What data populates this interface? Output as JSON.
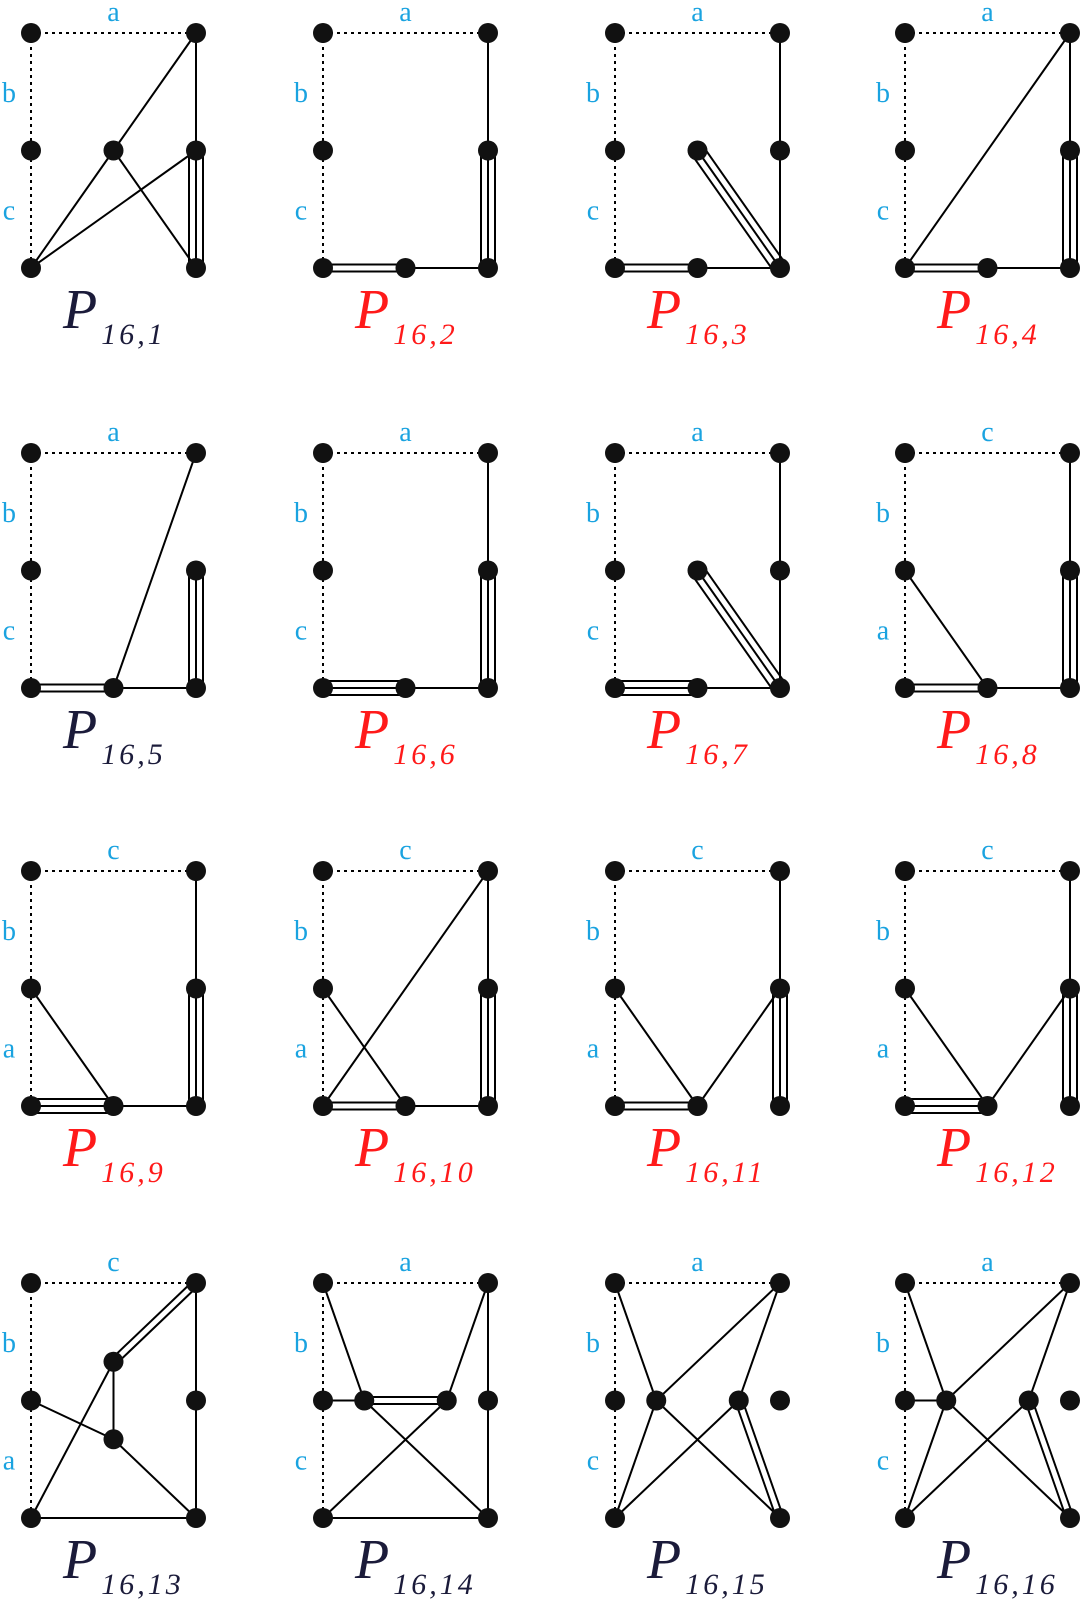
{
  "colors": {
    "highlight": "#ff1a1a",
    "normal": "#1b1b3a",
    "label": "#1aa3e0"
  },
  "panels": [
    {
      "id": "p1",
      "title": "P",
      "subscript": "16,1",
      "highlight": false,
      "labels": {
        "top": "a",
        "upper": "b",
        "lower": "c"
      },
      "inner": [
        {
          "x": 1,
          "y": 1
        }
      ],
      "edges": [
        [
          "TR",
          "I0",
          1
        ],
        [
          "TR",
          "MR",
          1
        ],
        [
          "BL",
          "I0",
          1
        ],
        [
          "I0",
          "BR",
          1
        ],
        [
          "BL",
          "MR",
          1
        ],
        [
          "MR",
          "BR",
          3
        ]
      ]
    },
    {
      "id": "p2",
      "title": "P",
      "subscript": "16,2",
      "highlight": true,
      "labels": {
        "top": "a",
        "upper": "b",
        "lower": "c"
      },
      "inner": [
        {
          "x": 1,
          "y": 2
        }
      ],
      "edges": [
        [
          "TR",
          "MR",
          1
        ],
        [
          "MR",
          "BR",
          3
        ],
        [
          "BL",
          "I0",
          2
        ],
        [
          "I0",
          "BR",
          1
        ]
      ]
    },
    {
      "id": "p3",
      "title": "P",
      "subscript": "16,3",
      "highlight": true,
      "labels": {
        "top": "a",
        "upper": "b",
        "lower": "c"
      },
      "inner": [
        {
          "x": 1,
          "y": 2
        },
        {
          "x": 1,
          "y": 1
        }
      ],
      "edges": [
        [
          "TR",
          "BR",
          1
        ],
        [
          "BL",
          "I0",
          2
        ],
        [
          "I0",
          "BR",
          1
        ],
        [
          "I1",
          "BR",
          3
        ]
      ]
    },
    {
      "id": "p4",
      "title": "P",
      "subscript": "16,4",
      "highlight": true,
      "labels": {
        "top": "a",
        "upper": "b",
        "lower": "c"
      },
      "inner": [
        {
          "x": 1,
          "y": 2
        }
      ],
      "edges": [
        [
          "TR",
          "MR",
          1
        ],
        [
          "MR",
          "BR",
          3
        ],
        [
          "BL",
          "TR",
          1
        ],
        [
          "BL",
          "I0",
          2
        ],
        [
          "I0",
          "BR",
          1
        ]
      ]
    },
    {
      "id": "p5",
      "title": "P",
      "subscript": "16,5",
      "highlight": false,
      "labels": {
        "top": "a",
        "upper": "b",
        "lower": "c"
      },
      "inner": [
        {
          "x": 1,
          "y": 2
        }
      ],
      "edges": [
        [
          "MR",
          "BR",
          3
        ],
        [
          "BL",
          "I0",
          2
        ],
        [
          "I0",
          "BR",
          1
        ],
        [
          "I0",
          "TR",
          1
        ]
      ]
    },
    {
      "id": "p6",
      "title": "P",
      "subscript": "16,6",
      "highlight": true,
      "labels": {
        "top": "a",
        "upper": "b",
        "lower": "c"
      },
      "inner": [
        {
          "x": 1,
          "y": 2
        }
      ],
      "edges": [
        [
          "TR",
          "MR",
          1
        ],
        [
          "MR",
          "BR",
          3
        ],
        [
          "BL",
          "I0",
          3
        ],
        [
          "I0",
          "BR",
          1
        ]
      ]
    },
    {
      "id": "p7",
      "title": "P",
      "subscript": "16,7",
      "highlight": true,
      "labels": {
        "top": "a",
        "upper": "b",
        "lower": "c"
      },
      "inner": [
        {
          "x": 1,
          "y": 2
        },
        {
          "x": 1,
          "y": 1
        }
      ],
      "edges": [
        [
          "TR",
          "BR",
          1
        ],
        [
          "BL",
          "I0",
          3
        ],
        [
          "I0",
          "BR",
          1
        ],
        [
          "I1",
          "BR",
          3
        ]
      ]
    },
    {
      "id": "p8",
      "title": "P",
      "subscript": "16,8",
      "highlight": true,
      "labels": {
        "top": "c",
        "upper": "b",
        "lower": "a"
      },
      "inner": [
        {
          "x": 1,
          "y": 2
        }
      ],
      "edges": [
        [
          "TR",
          "MR",
          1
        ],
        [
          "MR",
          "BR",
          3
        ],
        [
          "ML",
          "I0",
          1
        ],
        [
          "BL",
          "I0",
          2
        ],
        [
          "I0",
          "BR",
          1
        ]
      ]
    },
    {
      "id": "p9",
      "title": "P",
      "subscript": "16,9",
      "highlight": true,
      "labels": {
        "top": "c",
        "upper": "b",
        "lower": "a"
      },
      "inner": [
        {
          "x": 1,
          "y": 2
        }
      ],
      "edges": [
        [
          "TR",
          "MR",
          1
        ],
        [
          "MR",
          "BR",
          3
        ],
        [
          "ML",
          "I0",
          1
        ],
        [
          "BL",
          "I0",
          3
        ],
        [
          "I0",
          "BR",
          1
        ]
      ]
    },
    {
      "id": "p10",
      "title": "P",
      "subscript": "16,10",
      "highlight": true,
      "labels": {
        "top": "c",
        "upper": "b",
        "lower": "a"
      },
      "inner": [
        {
          "x": 1,
          "y": 2
        }
      ],
      "edges": [
        [
          "TR",
          "MR",
          1
        ],
        [
          "MR",
          "BR",
          3
        ],
        [
          "ML",
          "I0",
          1
        ],
        [
          "BL",
          "TR",
          1
        ],
        [
          "BL",
          "I0",
          2
        ],
        [
          "I0",
          "BR",
          1
        ]
      ]
    },
    {
      "id": "p11",
      "title": "P",
      "subscript": "16,11",
      "highlight": true,
      "labels": {
        "top": "c",
        "upper": "b",
        "lower": "a"
      },
      "inner": [
        {
          "x": 1,
          "y": 2
        }
      ],
      "edges": [
        [
          "TR",
          "MR",
          1
        ],
        [
          "MR",
          "BR",
          3
        ],
        [
          "ML",
          "I0",
          1
        ],
        [
          "BL",
          "I0",
          2
        ],
        [
          "I0",
          "MR",
          1
        ]
      ]
    },
    {
      "id": "p12",
      "title": "P",
      "subscript": "16,12",
      "highlight": true,
      "labels": {
        "top": "c",
        "upper": "b",
        "lower": "a"
      },
      "inner": [
        {
          "x": 1,
          "y": 2
        }
      ],
      "edges": [
        [
          "TR",
          "MR",
          1
        ],
        [
          "MR",
          "BR",
          3
        ],
        [
          "ML",
          "I0",
          1
        ],
        [
          "BL",
          "I0",
          3
        ],
        [
          "I0",
          "MR",
          1
        ]
      ]
    },
    {
      "id": "p13",
      "title": "P",
      "subscript": "16,13",
      "highlight": false,
      "labels": {
        "top": "c",
        "upper": "b",
        "lower": "a"
      },
      "inner": [
        {
          "x": 1,
          "y": 0.67
        },
        {
          "x": 1,
          "y": 1.33
        }
      ],
      "edges": [
        [
          "TR",
          "BR",
          1
        ],
        [
          "BL",
          "BR",
          1
        ],
        [
          "TR",
          "I0",
          2
        ],
        [
          "BL",
          "I0",
          1
        ],
        [
          "I0",
          "I1",
          1
        ],
        [
          "ML",
          "I1",
          1
        ],
        [
          "I1",
          "BR",
          1
        ]
      ]
    },
    {
      "id": "p14",
      "title": "P",
      "subscript": "16,14",
      "highlight": false,
      "labels": {
        "top": "a",
        "upper": "b",
        "lower": "c"
      },
      "inner": [
        {
          "x": 0.5,
          "y": 1
        },
        {
          "x": 1.5,
          "y": 1
        }
      ],
      "edges": [
        [
          "TR",
          "BR",
          1
        ],
        [
          "BL",
          "BR",
          1
        ],
        [
          "TL",
          "I0",
          1
        ],
        [
          "ML",
          "I0",
          1
        ],
        [
          "I0",
          "I1",
          2
        ],
        [
          "TR",
          "I1",
          1
        ],
        [
          "I0",
          "BR",
          1
        ],
        [
          "BL",
          "I1",
          1
        ]
      ]
    },
    {
      "id": "p15",
      "title": "P",
      "subscript": "16,15",
      "highlight": false,
      "labels": {
        "top": "a",
        "upper": "b",
        "lower": "c"
      },
      "inner": [
        {
          "x": 0.5,
          "y": 1
        },
        {
          "x": 1.5,
          "y": 1
        }
      ],
      "edges": [
        [
          "TL",
          "I0",
          1
        ],
        [
          "TR",
          "I0",
          1
        ],
        [
          "TR",
          "I1",
          1
        ],
        [
          "BL",
          "I0",
          1
        ],
        [
          "BL",
          "I1",
          1
        ],
        [
          "I0",
          "BR",
          1
        ],
        [
          "I1",
          "BR",
          2
        ]
      ]
    },
    {
      "id": "p16",
      "title": "P",
      "subscript": "16,16",
      "highlight": false,
      "labels": {
        "top": "a",
        "upper": "b",
        "lower": "c"
      },
      "inner": [
        {
          "x": 0.5,
          "y": 1
        },
        {
          "x": 1.5,
          "y": 1
        }
      ],
      "edges": [
        [
          "TL",
          "I0",
          1
        ],
        [
          "ML",
          "I0",
          1
        ],
        [
          "TR",
          "I0",
          1
        ],
        [
          "TR",
          "I1",
          1
        ],
        [
          "BL",
          "I0",
          1
        ],
        [
          "BL",
          "I1",
          1
        ],
        [
          "I0",
          "BR",
          1
        ],
        [
          "I1",
          "BR",
          2
        ]
      ]
    }
  ]
}
